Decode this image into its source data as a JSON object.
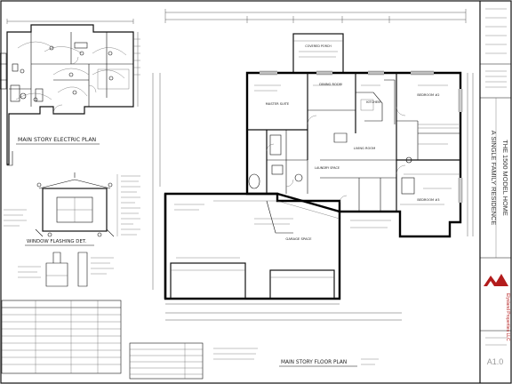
{
  "plans": {
    "electric_title": "MAIN STORY ELECTRIC PLAN",
    "window_flashing_title": "WINDOW FLASHING DET.",
    "floor_plan_title": "MAIN STORY FLOOR PLAN"
  },
  "rooms": {
    "covered_porch": "COVERED PORCH",
    "master_suite": "MASTER SUITE",
    "dining_room": "DINING ROOM",
    "kitchen": "KITCHEN",
    "bedroom_2": "BEDROOM #2",
    "living_room": "LIVING ROOM",
    "bedroom_3": "BEDROOM #3",
    "laundry_space": "LAUNDRY SPACE",
    "garage_space": "GARAGE SPACE"
  },
  "title_block": {
    "vertical_1": "A SINGLE FAMILY RESIDENCE",
    "vertical_2": "THE 1500 MODEL HOME",
    "company": "Elysland Properties LLC",
    "sheet_number": "A1.0"
  }
}
